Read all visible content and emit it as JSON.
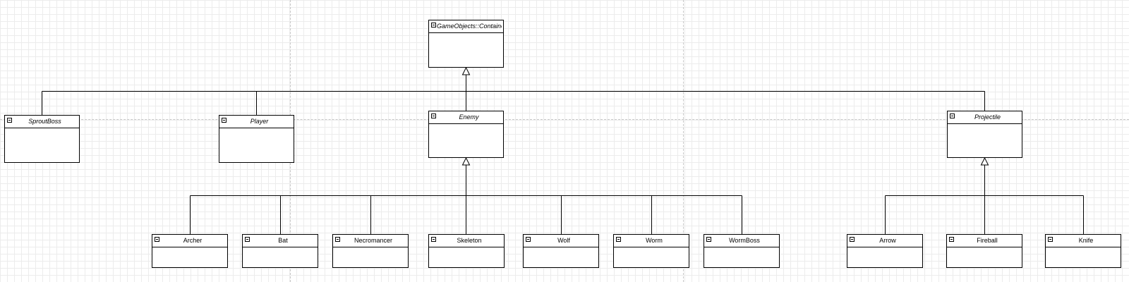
{
  "diagram": {
    "root": {
      "name": "GameObjects::Container",
      "style": "abstract"
    },
    "level1": [
      {
        "name": "SproutBoss",
        "style": "abstract"
      },
      {
        "name": "Player",
        "style": "abstract"
      },
      {
        "name": "Enemy",
        "style": "abstract"
      },
      {
        "name": "Projectile",
        "style": "abstract"
      }
    ],
    "enemy_children": [
      {
        "name": "Archer"
      },
      {
        "name": "Bat"
      },
      {
        "name": "Necromancer"
      },
      {
        "name": "Skeleton"
      },
      {
        "name": "Wolf"
      },
      {
        "name": "Worm"
      },
      {
        "name": "WormBoss"
      }
    ],
    "projectile_children": [
      {
        "name": "Arrow"
      },
      {
        "name": "Fireball"
      },
      {
        "name": "Knife"
      }
    ],
    "relation": "generalization",
    "colors": {
      "line": "#000000",
      "box_border": "#000000",
      "box_fill": "#ffffff",
      "grid": "#ececec",
      "page_break": "#c8c8c8"
    }
  }
}
